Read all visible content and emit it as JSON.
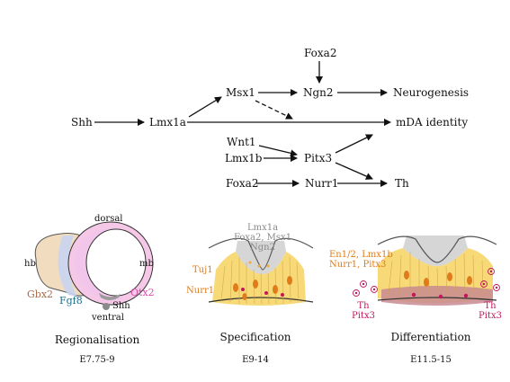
{
  "network": {
    "foxa2_top": "Foxa2",
    "shh": "Shh",
    "lmx1a": "Lmx1a",
    "msx1": "Msx1",
    "ngn2": "Ngn2",
    "neurogenesis": "Neurogenesis",
    "mda_identity": "mDA identity",
    "wnt1": "Wnt1",
    "lmx1b": "Lmx1b",
    "pitx3": "Pitx3",
    "foxa2_bottom": "Foxa2",
    "nurr1": "Nurr1",
    "th": "Th"
  },
  "panel_regionalisation": {
    "dorsal": "dorsal",
    "ventral": "ventral",
    "hb": "hb",
    "mb": "mb",
    "gbx2": "Gbx2",
    "fgf8": "Fgf8",
    "shh": "Shh",
    "otx2": "Otx2",
    "stage": "Regionalisation",
    "time": "E7.75-9"
  },
  "panel_specification": {
    "markers_line1": "Lmx1a",
    "markers_line2": "Foxa2, Msx1",
    "markers_line3": "Ngn2",
    "tuj1": "Tuj1",
    "nurr1": "Nurr1",
    "stage": "Specification",
    "time": "E9-14"
  },
  "panel_differentiation": {
    "markers_line1": "En1/2, Lmx1b",
    "markers_line2": "Nurr1, Pitx3",
    "th_left": "Th",
    "pitx3_left": "Pitx3",
    "th_right": "Th",
    "pitx3_right": "Pitx3",
    "stage": "Differentiation",
    "time": "E11.5-15"
  },
  "colors": {
    "gbx2": "#a86b4a",
    "fgf8": "#1b6f8c",
    "otx2": "#d64fa6",
    "orange": "#e07b1a",
    "gray_text": "#8a8a8a",
    "crimson": "#c2185b",
    "yellow": "#f7d978",
    "pink_ring": "#f2b6df",
    "tan": "#f1dcc0"
  }
}
